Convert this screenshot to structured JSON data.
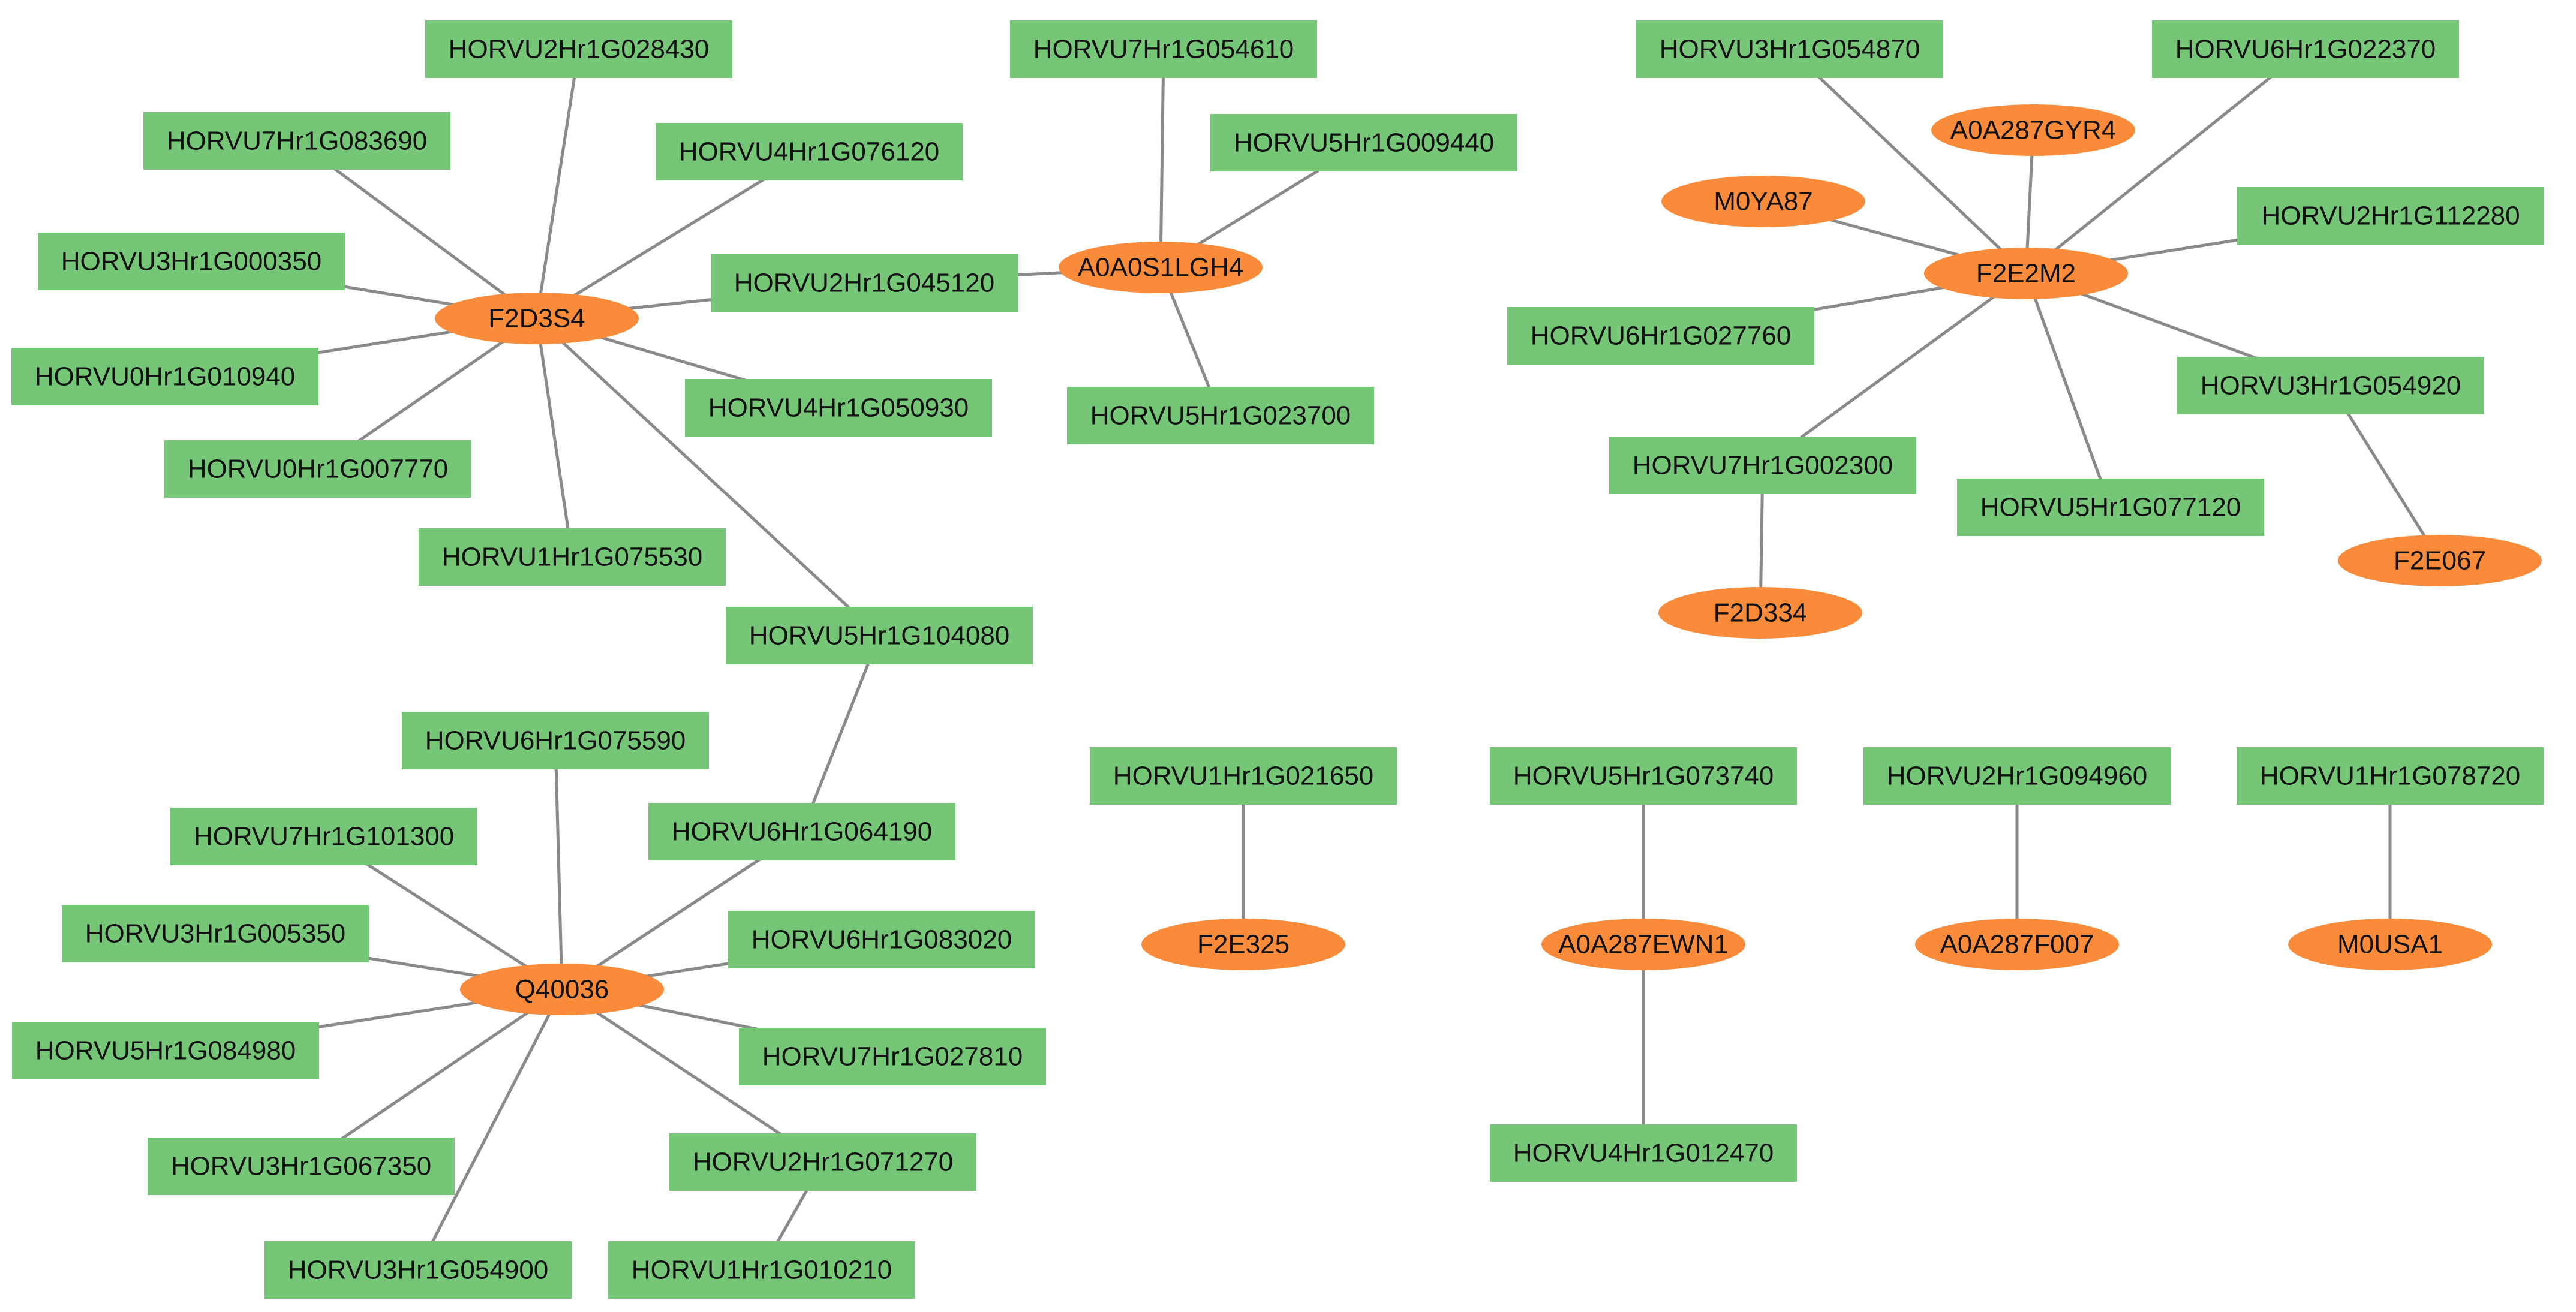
{
  "colors": {
    "gene_fill": "#75c676",
    "protein_fill": "#f98b3b",
    "edge": "#8a8a8a",
    "text": "#111111"
  },
  "nodes": [
    {
      "id": "F2D3S4",
      "label": "F2D3S4",
      "kind": "protein"
    },
    {
      "id": "A0A0S1LGH4",
      "label": "A0A0S1LGH4",
      "kind": "protein"
    },
    {
      "id": "A0A287GYR4",
      "label": "A0A287GYR4",
      "kind": "protein"
    },
    {
      "id": "M0YA87",
      "label": "M0YA87",
      "kind": "protein"
    },
    {
      "id": "F2E2M2",
      "label": "F2E2M2",
      "kind": "protein"
    },
    {
      "id": "F2E067",
      "label": "F2E067",
      "kind": "protein"
    },
    {
      "id": "F2D334",
      "label": "F2D334",
      "kind": "protein"
    },
    {
      "id": "Q40036",
      "label": "Q40036",
      "kind": "protein"
    },
    {
      "id": "F2E325",
      "label": "F2E325",
      "kind": "protein"
    },
    {
      "id": "A0A287EWN1",
      "label": "A0A287EWN1",
      "kind": "protein"
    },
    {
      "id": "A0A287F007",
      "label": "A0A287F007",
      "kind": "protein"
    },
    {
      "id": "M0USA1",
      "label": "M0USA1",
      "kind": "protein"
    },
    {
      "id": "HORVU2Hr1G028430",
      "label": "HORVU2Hr1G028430",
      "kind": "gene"
    },
    {
      "id": "HORVU7Hr1G083690",
      "label": "HORVU7Hr1G083690",
      "kind": "gene"
    },
    {
      "id": "HORVU4Hr1G076120",
      "label": "HORVU4Hr1G076120",
      "kind": "gene"
    },
    {
      "id": "HORVU3Hr1G000350",
      "label": "HORVU3Hr1G000350",
      "kind": "gene"
    },
    {
      "id": "HORVU2Hr1G045120",
      "label": "HORVU2Hr1G045120",
      "kind": "gene"
    },
    {
      "id": "HORVU0Hr1G010940",
      "label": "HORVU0Hr1G010940",
      "kind": "gene"
    },
    {
      "id": "HORVU4Hr1G050930",
      "label": "HORVU4Hr1G050930",
      "kind": "gene"
    },
    {
      "id": "HORVU0Hr1G007770",
      "label": "HORVU0Hr1G007770",
      "kind": "gene"
    },
    {
      "id": "HORVU1Hr1G075530",
      "label": "HORVU1Hr1G075530",
      "kind": "gene"
    },
    {
      "id": "HORVU5Hr1G104080",
      "label": "HORVU5Hr1G104080",
      "kind": "gene"
    },
    {
      "id": "HORVU7Hr1G054610",
      "label": "HORVU7Hr1G054610",
      "kind": "gene"
    },
    {
      "id": "HORVU5Hr1G009440",
      "label": "HORVU5Hr1G009440",
      "kind": "gene"
    },
    {
      "id": "HORVU5Hr1G023700",
      "label": "HORVU5Hr1G023700",
      "kind": "gene"
    },
    {
      "id": "HORVU3Hr1G054870",
      "label": "HORVU3Hr1G054870",
      "kind": "gene"
    },
    {
      "id": "HORVU6Hr1G022370",
      "label": "HORVU6Hr1G022370",
      "kind": "gene"
    },
    {
      "id": "HORVU2Hr1G112280",
      "label": "HORVU2Hr1G112280",
      "kind": "gene"
    },
    {
      "id": "HORVU6Hr1G027760",
      "label": "HORVU6Hr1G027760",
      "kind": "gene"
    },
    {
      "id": "HORVU3Hr1G054920",
      "label": "HORVU3Hr1G054920",
      "kind": "gene"
    },
    {
      "id": "HORVU7Hr1G002300",
      "label": "HORVU7Hr1G002300",
      "kind": "gene"
    },
    {
      "id": "HORVU5Hr1G077120",
      "label": "HORVU5Hr1G077120",
      "kind": "gene"
    },
    {
      "id": "HORVU6Hr1G075590",
      "label": "HORVU6Hr1G075590",
      "kind": "gene"
    },
    {
      "id": "HORVU7Hr1G101300",
      "label": "HORVU7Hr1G101300",
      "kind": "gene"
    },
    {
      "id": "HORVU6Hr1G064190",
      "label": "HORVU6Hr1G064190",
      "kind": "gene"
    },
    {
      "id": "HORVU3Hr1G005350",
      "label": "HORVU3Hr1G005350",
      "kind": "gene"
    },
    {
      "id": "HORVU6Hr1G083020",
      "label": "HORVU6Hr1G083020",
      "kind": "gene"
    },
    {
      "id": "HORVU5Hr1G084980",
      "label": "HORVU5Hr1G084980",
      "kind": "gene"
    },
    {
      "id": "HORVU7Hr1G027810",
      "label": "HORVU7Hr1G027810",
      "kind": "gene"
    },
    {
      "id": "HORVU3Hr1G067350",
      "label": "HORVU3Hr1G067350",
      "kind": "gene"
    },
    {
      "id": "HORVU2Hr1G071270",
      "label": "HORVU2Hr1G071270",
      "kind": "gene"
    },
    {
      "id": "HORVU3Hr1G054900",
      "label": "HORVU3Hr1G054900",
      "kind": "gene"
    },
    {
      "id": "HORVU1Hr1G010210",
      "label": "HORVU1Hr1G010210",
      "kind": "gene"
    },
    {
      "id": "HORVU1Hr1G021650",
      "label": "HORVU1Hr1G021650",
      "kind": "gene"
    },
    {
      "id": "HORVU5Hr1G073740",
      "label": "HORVU5Hr1G073740",
      "kind": "gene"
    },
    {
      "id": "HORVU2Hr1G094960",
      "label": "HORVU2Hr1G094960",
      "kind": "gene"
    },
    {
      "id": "HORVU1Hr1G078720",
      "label": "HORVU1Hr1G078720",
      "kind": "gene"
    },
    {
      "id": "HORVU4Hr1G012470",
      "label": "HORVU4Hr1G012470",
      "kind": "gene"
    }
  ],
  "edges": [
    [
      "F2D3S4",
      "HORVU2Hr1G028430"
    ],
    [
      "F2D3S4",
      "HORVU7Hr1G083690"
    ],
    [
      "F2D3S4",
      "HORVU4Hr1G076120"
    ],
    [
      "F2D3S4",
      "HORVU3Hr1G000350"
    ],
    [
      "F2D3S4",
      "HORVU2Hr1G045120"
    ],
    [
      "F2D3S4",
      "HORVU0Hr1G010940"
    ],
    [
      "F2D3S4",
      "HORVU4Hr1G050930"
    ],
    [
      "F2D3S4",
      "HORVU0Hr1G007770"
    ],
    [
      "F2D3S4",
      "HORVU1Hr1G075530"
    ],
    [
      "F2D3S4",
      "HORVU5Hr1G104080"
    ],
    [
      "HORVU2Hr1G045120",
      "A0A0S1LGH4"
    ],
    [
      "A0A0S1LGH4",
      "HORVU7Hr1G054610"
    ],
    [
      "A0A0S1LGH4",
      "HORVU5Hr1G009440"
    ],
    [
      "A0A0S1LGH4",
      "HORVU5Hr1G023700"
    ],
    [
      "F2E2M2",
      "HORVU3Hr1G054870"
    ],
    [
      "F2E2M2",
      "A0A287GYR4"
    ],
    [
      "F2E2M2",
      "HORVU6Hr1G022370"
    ],
    [
      "F2E2M2",
      "M0YA87"
    ],
    [
      "F2E2M2",
      "HORVU2Hr1G112280"
    ],
    [
      "F2E2M2",
      "HORVU6Hr1G027760"
    ],
    [
      "F2E2M2",
      "HORVU3Hr1G054920"
    ],
    [
      "F2E2M2",
      "HORVU7Hr1G002300"
    ],
    [
      "F2E2M2",
      "HORVU5Hr1G077120"
    ],
    [
      "HORVU3Hr1G054920",
      "F2E067"
    ],
    [
      "HORVU7Hr1G002300",
      "F2D334"
    ],
    [
      "HORVU5Hr1G104080",
      "HORVU6Hr1G064190"
    ],
    [
      "Q40036",
      "HORVU6Hr1G075590"
    ],
    [
      "Q40036",
      "HORVU7Hr1G101300"
    ],
    [
      "Q40036",
      "HORVU6Hr1G064190"
    ],
    [
      "Q40036",
      "HORVU6Hr1G064190"
    ],
    [
      "Q40036",
      "HORVU3Hr1G005350"
    ],
    [
      "Q40036",
      "HORVU6Hr1G083020"
    ],
    [
      "Q40036",
      "HORVU5Hr1G084980"
    ],
    [
      "Q40036",
      "HORVU7Hr1G027810"
    ],
    [
      "Q40036",
      "HORVU3Hr1G067350"
    ],
    [
      "Q40036",
      "HORVU2Hr1G071270"
    ],
    [
      "Q40036",
      "HORVU3Hr1G054900"
    ],
    [
      "HORVU2Hr1G071270",
      "HORVU1Hr1G010210"
    ],
    [
      "HORVU1Hr1G021650",
      "F2E325"
    ],
    [
      "HORVU5Hr1G073740",
      "A0A287EWN1"
    ],
    [
      "A0A287EWN1",
      "HORVU4Hr1G012470"
    ],
    [
      "HORVU2Hr1G094960",
      "A0A287F007"
    ],
    [
      "HORVU1Hr1G078720",
      "M0USA1"
    ]
  ]
}
